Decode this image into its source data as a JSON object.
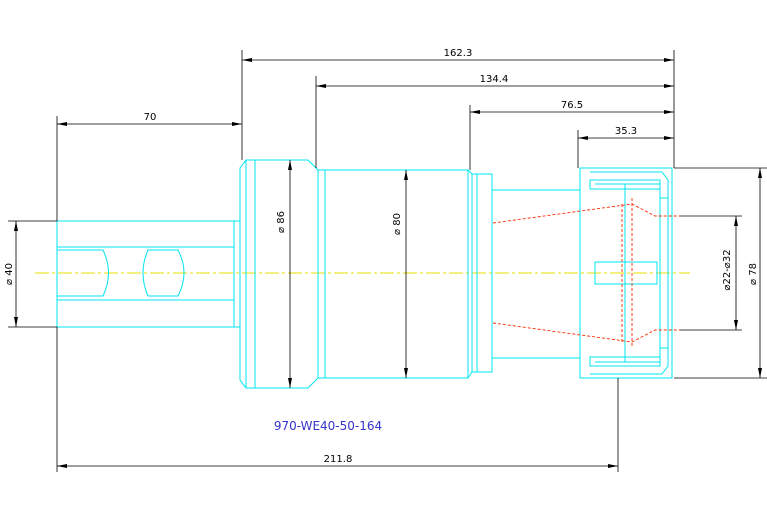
{
  "part_code": "970-WE40-50-164",
  "dimensions": {
    "len_162_3": "162.3",
    "len_134_4": "134.4",
    "len_76_5": "76.5",
    "len_35_3": "35.3",
    "len_70": "70",
    "len_211_8": "211.8",
    "dia_40": "⌀ 40",
    "dia_86": "⌀ 86",
    "dia_80": "⌀ 80",
    "dia_22_32": "⌀22-⌀32",
    "dia_78": "⌀ 78"
  },
  "colors": {
    "outline": "#00e5f0",
    "centerline": "#e8e000",
    "hidden": "#ff2a00",
    "dimension": "#000000",
    "label": "#3333cc"
  }
}
